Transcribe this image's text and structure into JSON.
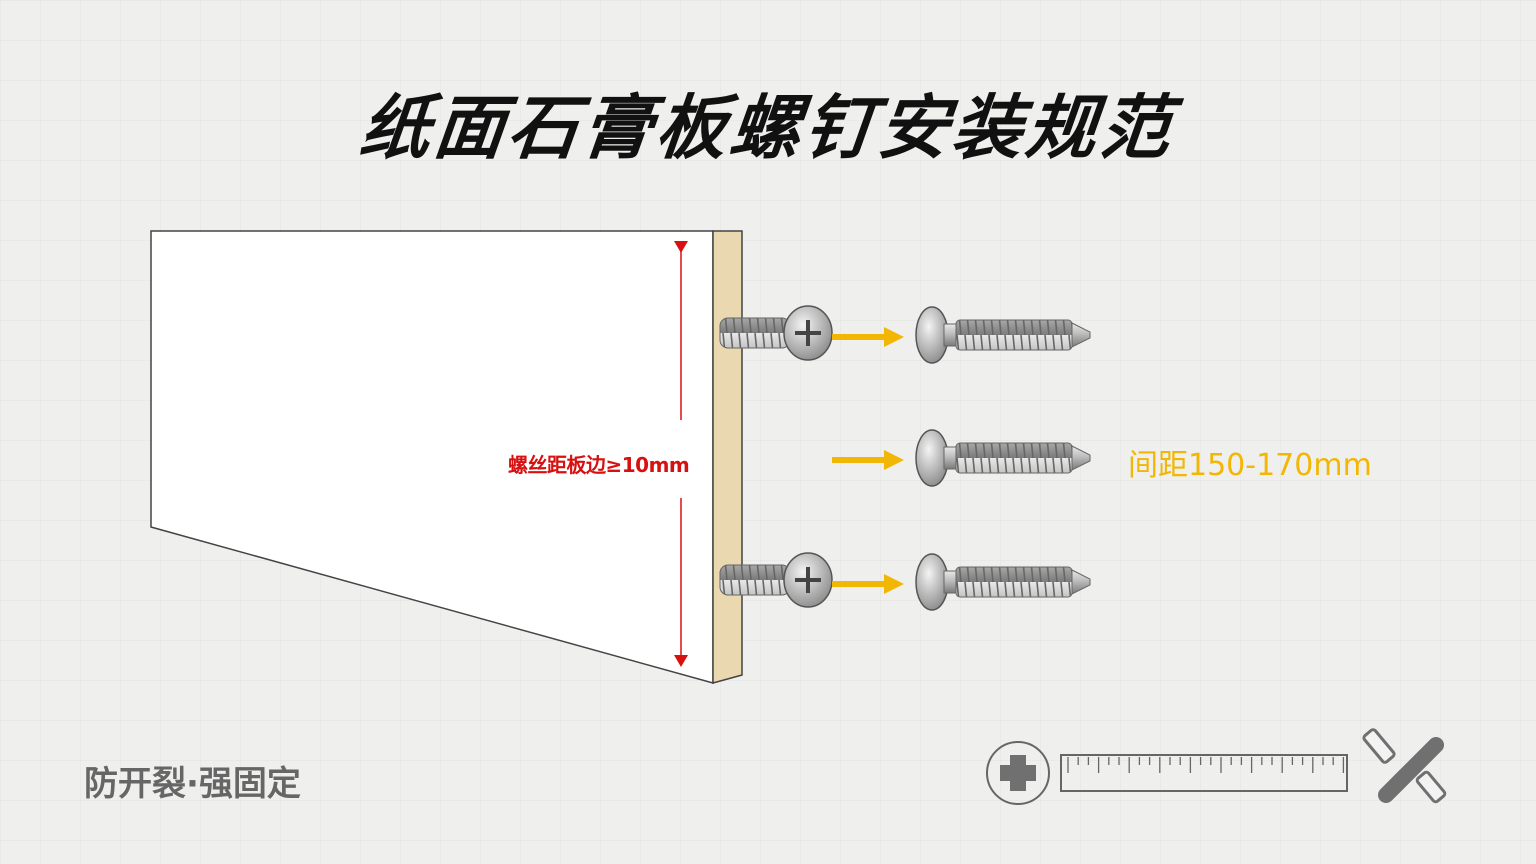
{
  "title": "纸面石膏板螺钉安装规范",
  "edge_distance_label": "螺丝距板边≥10mm",
  "spacing_label": "间距150-170mm",
  "slogan": "防开裂·强固定",
  "colors": {
    "red": "#d81010",
    "yellow": "#f2b705",
    "gray": "#707070"
  },
  "icons": [
    "phillips-screw-head-icon",
    "ruler-icon",
    "screwdriver-cross-icon"
  ]
}
